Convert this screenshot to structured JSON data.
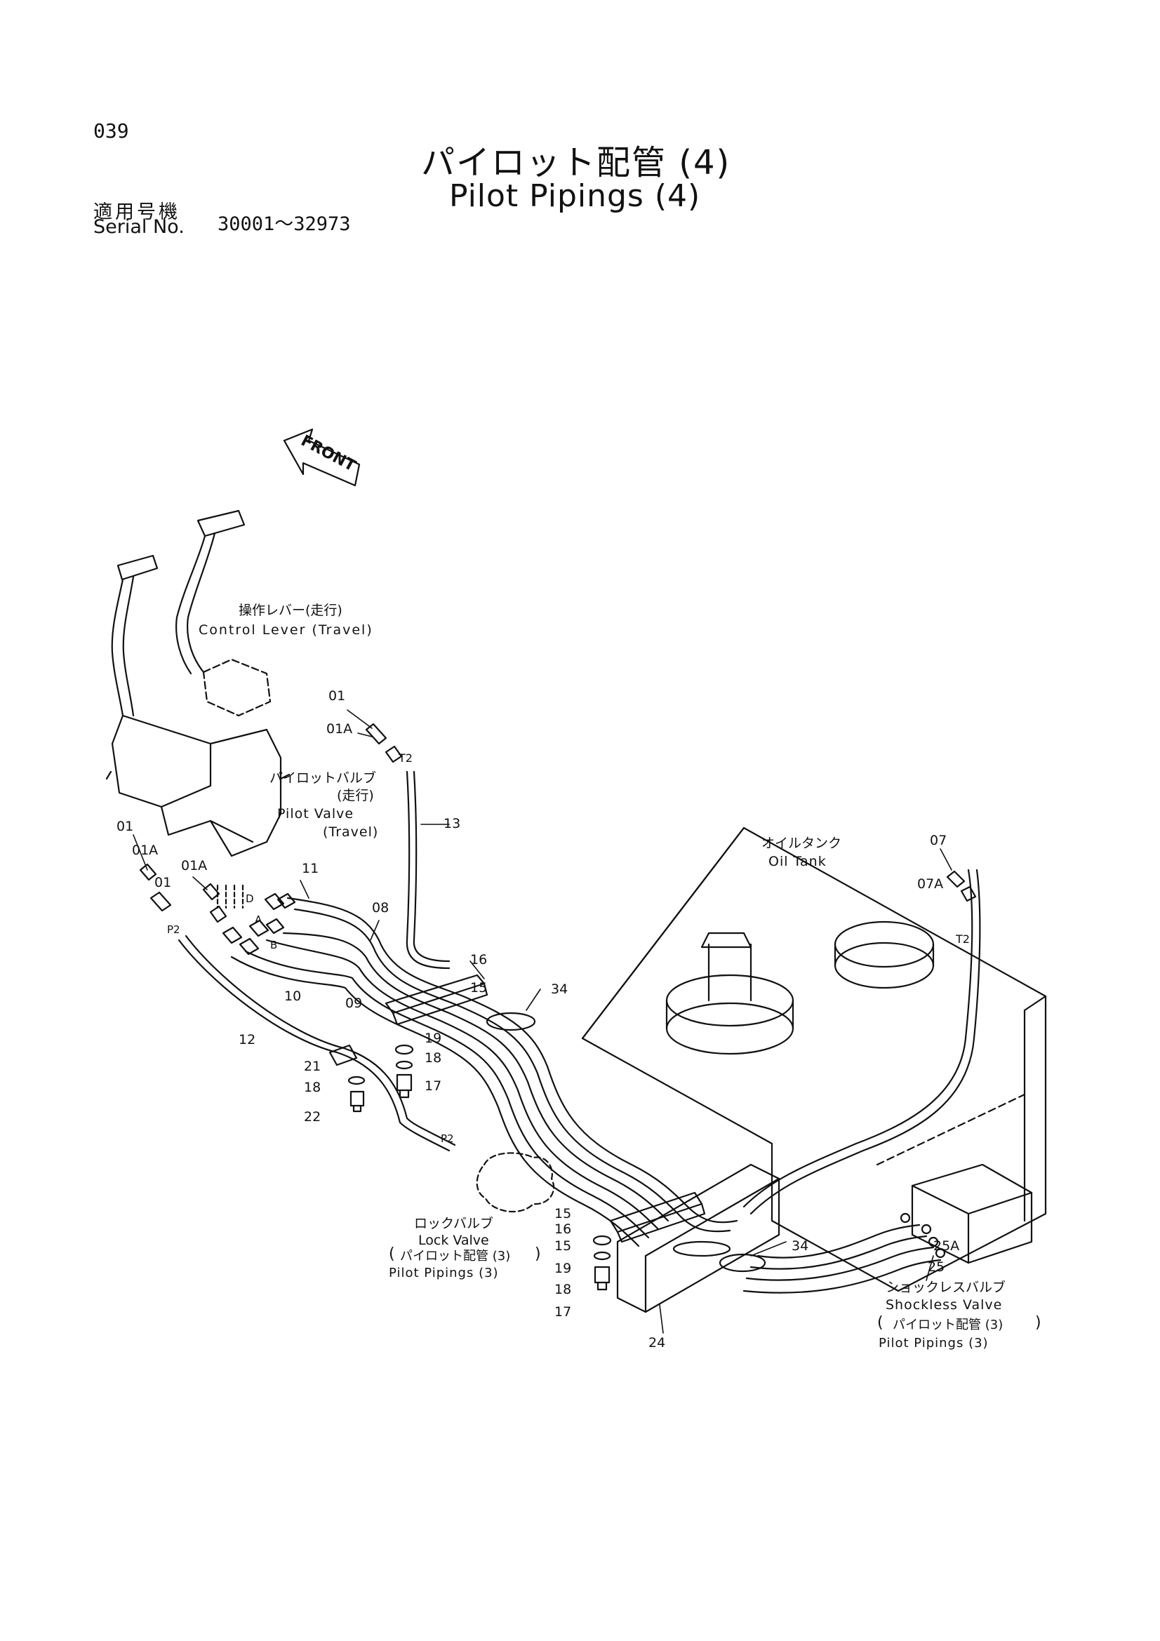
{
  "header": {
    "page_number": "039",
    "title_jp": "パイロット配管 (4)",
    "title_en": "Pilot Pipings (4)",
    "serial_label_jp": "適用号機",
    "serial_label_en": "Serial No.",
    "serial_range": "30001～32973"
  },
  "diagram": {
    "front_label": "FRONT",
    "components": {
      "control_lever_jp": "操作レバー(走行)",
      "control_lever_en": "Control Lever (Travel)",
      "pilot_valve_jp": "パイロットバルブ",
      "pilot_valve_jp2": "(走行)",
      "pilot_valve_en": "Pilot Valve",
      "pilot_valve_en2": "(Travel)",
      "oil_tank_jp": "オイルタンク",
      "oil_tank_en": "Oil Tank",
      "lock_valve_jp": "ロックバルブ",
      "lock_valve_en": "Lock Valve",
      "lock_ref_jp": "パイロット配管 (3)",
      "lock_ref_en": "Pilot Pipings (3)",
      "shockless_jp": "ショックレスバルブ",
      "shockless_en": "Shockless Valve",
      "shockless_ref_jp": "パイロット配管 (3)",
      "shockless_ref_en": "Pilot Pipings (3)"
    },
    "callouts": {
      "c01_top": "01",
      "c01a_top": "01A",
      "t2_top": "T2",
      "c13": "13",
      "c01_left": "01",
      "c01a_left": "01A",
      "c01_mid": "01",
      "c01a_mid": "01A",
      "c11": "11",
      "c08": "08",
      "p2_left": "P2",
      "cA": "A",
      "cB": "B",
      "cD": "D",
      "c10": "10",
      "c09": "09",
      "c12": "12",
      "c16_top": "16",
      "c15_top": "15",
      "c34_top": "34",
      "c19_top": "19",
      "c18_top": "18",
      "c17_top": "17",
      "c21": "21",
      "c18_left": "18",
      "c22": "22",
      "p2_bottom": "P2",
      "c07": "07",
      "c07a": "07A",
      "t2_right": "T2",
      "c15_b1": "15",
      "c16_b": "16",
      "c15_b2": "15",
      "c19_b": "19",
      "c18_b": "18",
      "c17_b": "17",
      "c24": "24",
      "c34_bottom": "34",
      "c25a": "25A",
      "c25": "25"
    }
  }
}
